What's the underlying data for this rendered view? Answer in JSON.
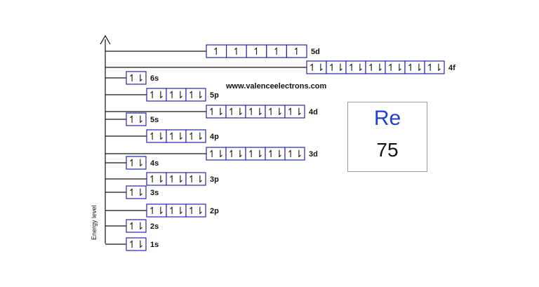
{
  "colors": {
    "box": "#2323b0",
    "line": "#111111",
    "symbol": "#1f3fd0"
  },
  "axis": {
    "title": "Energy level"
  },
  "website": "www.valenceelectrons.com",
  "element": {
    "symbol": "Re",
    "atomic_number": "75"
  },
  "orbitals": [
    {
      "label": "1s",
      "electrons": [
        2
      ]
    },
    {
      "label": "2s",
      "electrons": [
        2
      ]
    },
    {
      "label": "2p",
      "electrons": [
        2,
        2,
        2
      ]
    },
    {
      "label": "3s",
      "electrons": [
        2
      ]
    },
    {
      "label": "3p",
      "electrons": [
        2,
        2,
        2
      ]
    },
    {
      "label": "4s",
      "electrons": [
        2
      ]
    },
    {
      "label": "3d",
      "electrons": [
        2,
        2,
        2,
        2,
        2
      ]
    },
    {
      "label": "4p",
      "electrons": [
        2,
        2,
        2
      ]
    },
    {
      "label": "5s",
      "electrons": [
        2
      ]
    },
    {
      "label": "4d",
      "electrons": [
        2,
        2,
        2,
        2,
        2
      ]
    },
    {
      "label": "5p",
      "electrons": [
        2,
        2,
        2
      ]
    },
    {
      "label": "6s",
      "electrons": [
        2
      ]
    },
    {
      "label": "4f",
      "electrons": [
        2,
        2,
        2,
        2,
        2,
        2,
        2
      ]
    },
    {
      "label": "5d",
      "electrons": [
        1,
        1,
        1,
        1,
        1
      ]
    }
  ]
}
